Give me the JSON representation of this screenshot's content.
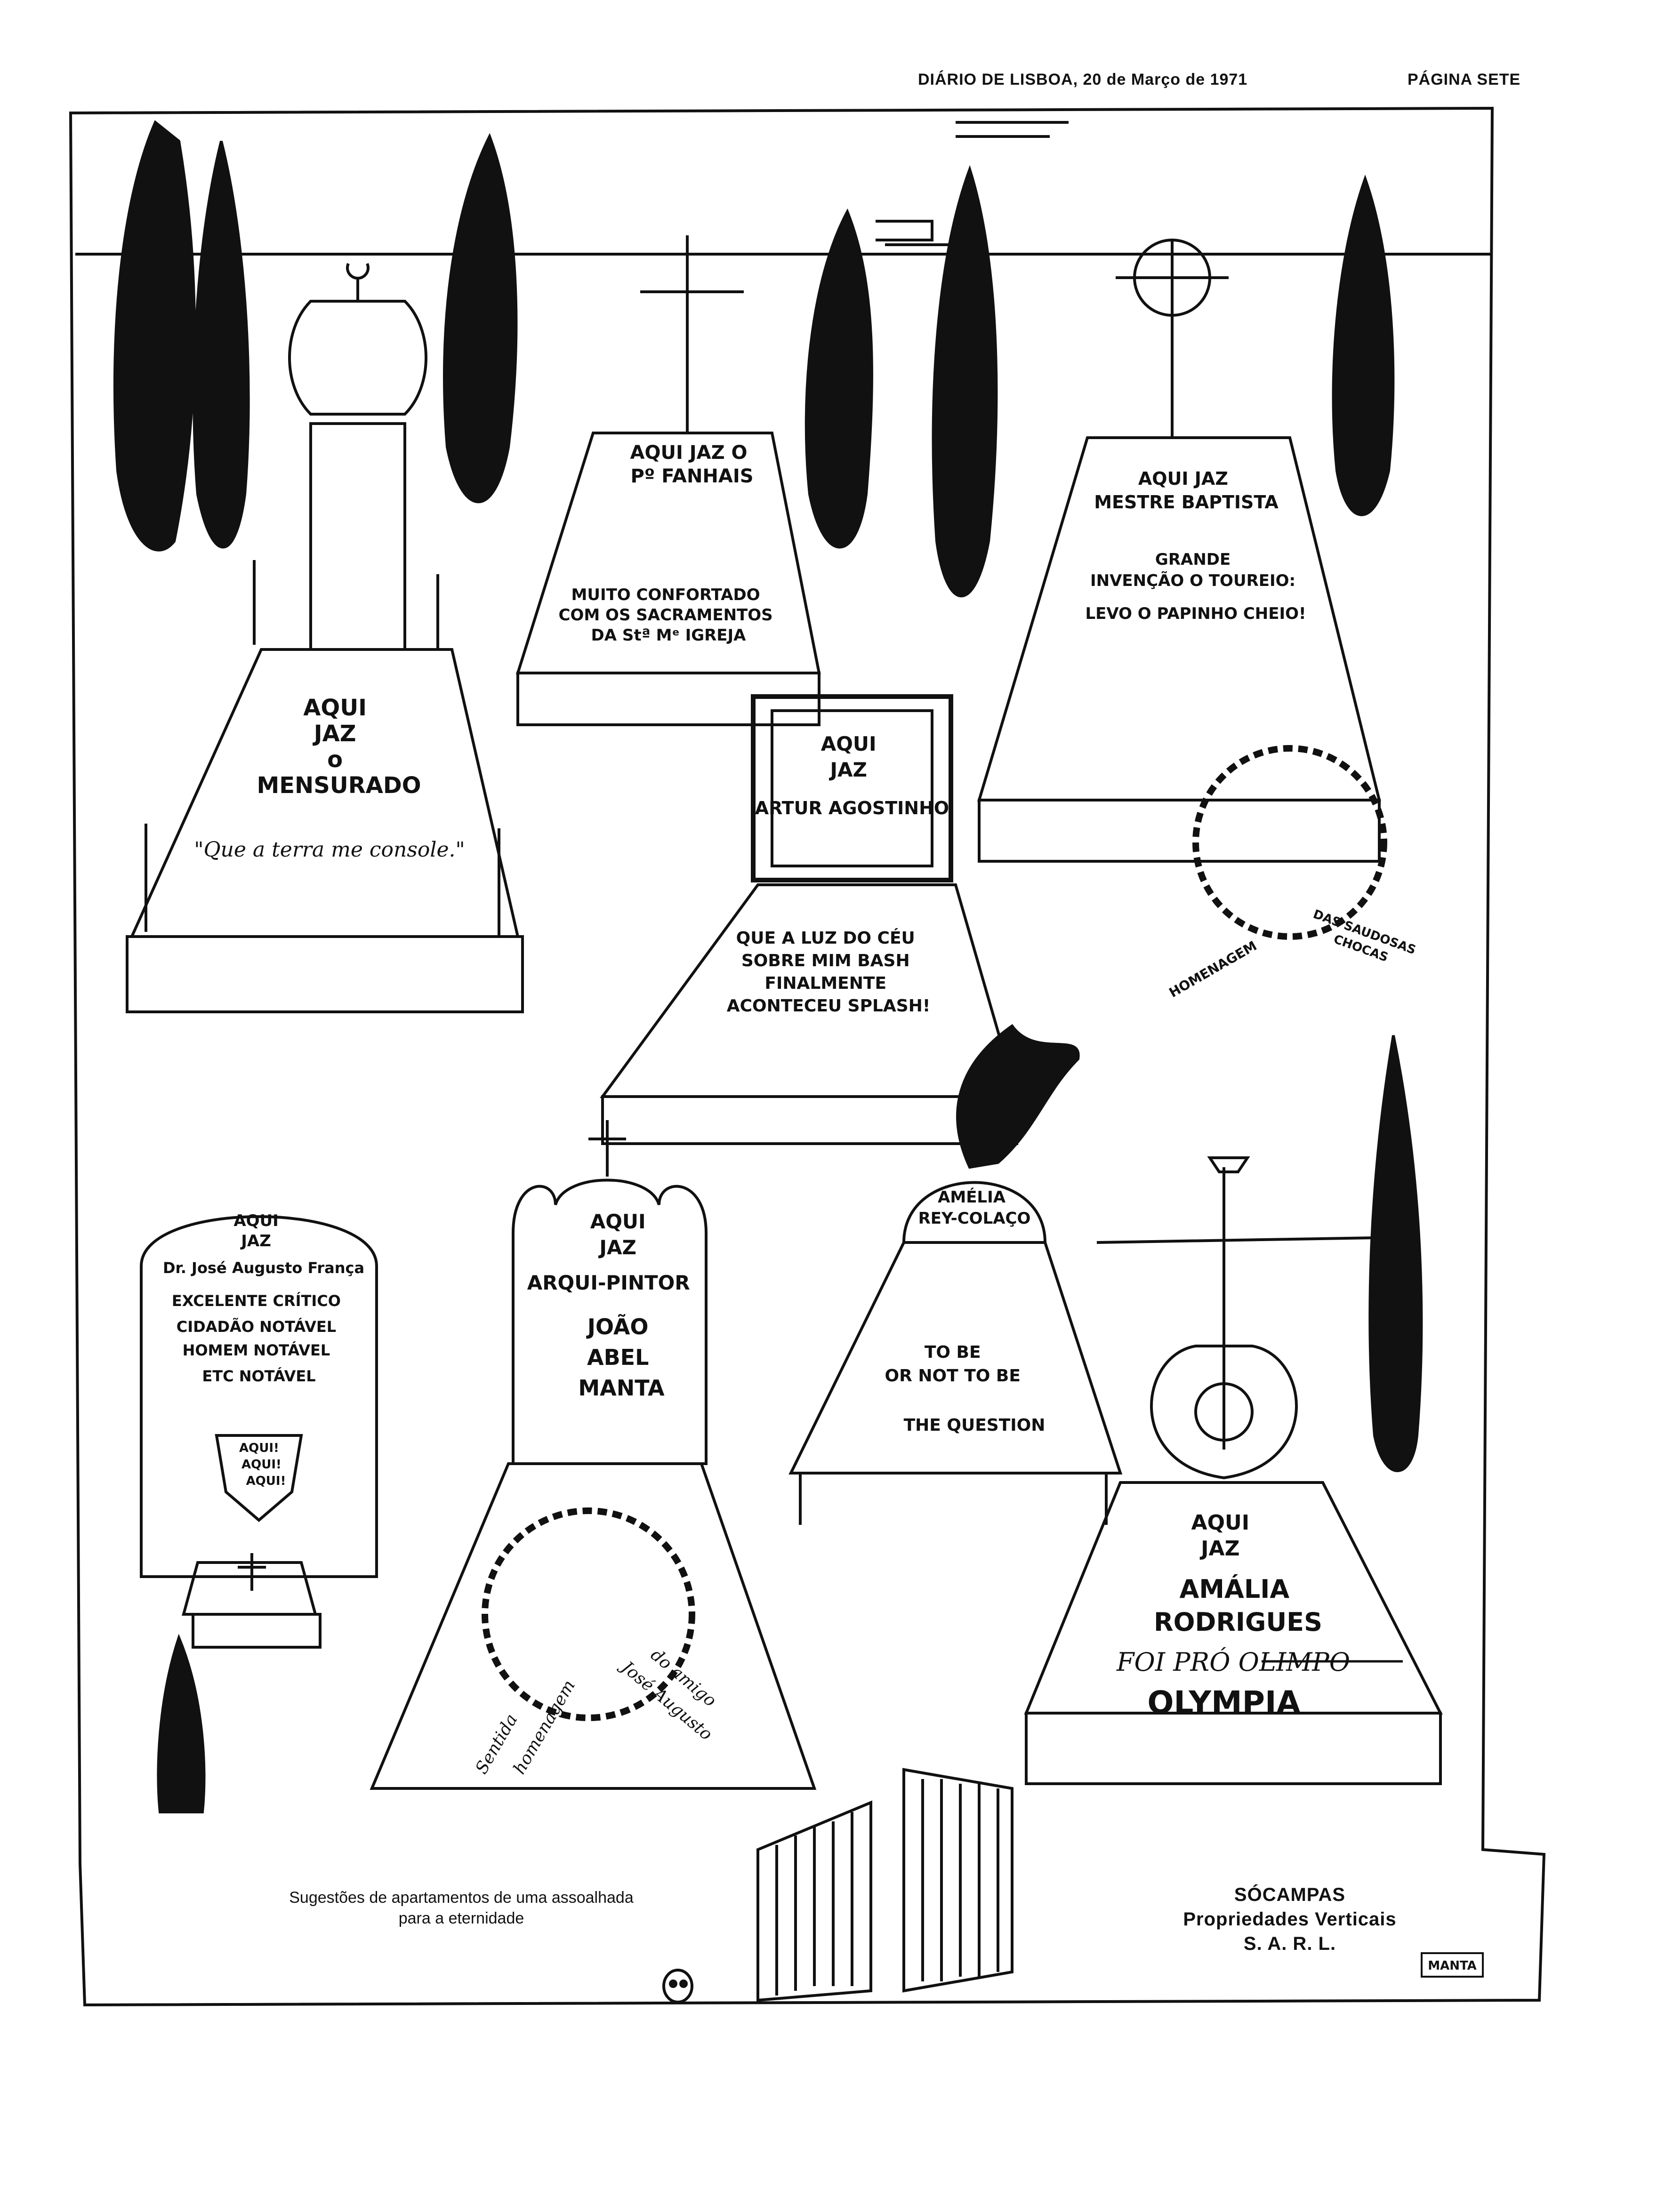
{
  "header": {
    "newspaper": "DIÁRIO DE LISBOA, 20 de Março de 1971",
    "page": "PÁGINA SETE"
  },
  "graves": [
    {
      "lines": [
        "AQUI",
        "JAZ",
        "o",
        "MENSURADO"
      ],
      "epitaph": "\"Que a terra me console.\""
    },
    {
      "lines": [
        "AQUI JAZ O",
        "Pº FANHAIS"
      ],
      "epitaph_lines": [
        "MUITO CONFORTADO",
        "COM OS SACRAMENTOS",
        "DA Stª Mᵉ IGREJA"
      ]
    },
    {
      "lines": [
        "AQUI JAZ",
        "MESTRE BAPTISTA"
      ],
      "epitaph_lines": [
        "GRANDE",
        "INVENÇÃO O TOUREIO:",
        "LEVO O PAPINHO CHEIO!"
      ],
      "ribbon": [
        "HOMENAGEM",
        "DAS SAUDOSAS",
        "CHOCAS"
      ]
    },
    {
      "lines": [
        "AQUI",
        "JAZ",
        "ARTUR AGOSTINHO"
      ],
      "epitaph_lines": [
        "QUE A LUZ DO CÉU",
        "SOBRE MIM BASH",
        "FINALMENTE",
        "ACONTECEU SPLASH!"
      ]
    },
    {
      "lines": [
        "AQUI",
        "JAZ",
        "Dr. José Augusto França"
      ],
      "epitaph_lines": [
        "EXCELENTE CRÍTICO",
        "CIDADÃO NOTÁVEL",
        "HOMEM NOTÁVEL",
        "ETC NOTÁVEL"
      ],
      "arrow": [
        "AQUI!",
        "AQUI!",
        "AQUI!"
      ]
    },
    {
      "lines": [
        "AQUI",
        "JAZ",
        "ARQUI-PINTOR",
        "JOÃO",
        "ABEL",
        "MANTA"
      ],
      "ribbon": [
        "Sentida",
        "homenagem",
        "do amigo",
        "José Augusto"
      ]
    },
    {
      "lines": [
        "AMÉLIA",
        "REY-COLAÇO"
      ],
      "epitaph_lines": [
        "TO BE",
        "OR NOT TO BE",
        "THE QUESTION"
      ]
    },
    {
      "lines": [
        "AQUI",
        "JAZ",
        "AMÁLIA",
        "RODRIGUES"
      ],
      "epitaph_struck": "FOI PRÓ OLIMPO",
      "epitaph_final": "OLYMPIA"
    }
  ],
  "caption": [
    "Sugestões de apartamentos de uma assoalhada",
    "para a eternidade"
  ],
  "company": [
    "SÓCAMPAS",
    "Propriedades Verticais",
    "S. A. R. L."
  ],
  "signature": "MANTA"
}
